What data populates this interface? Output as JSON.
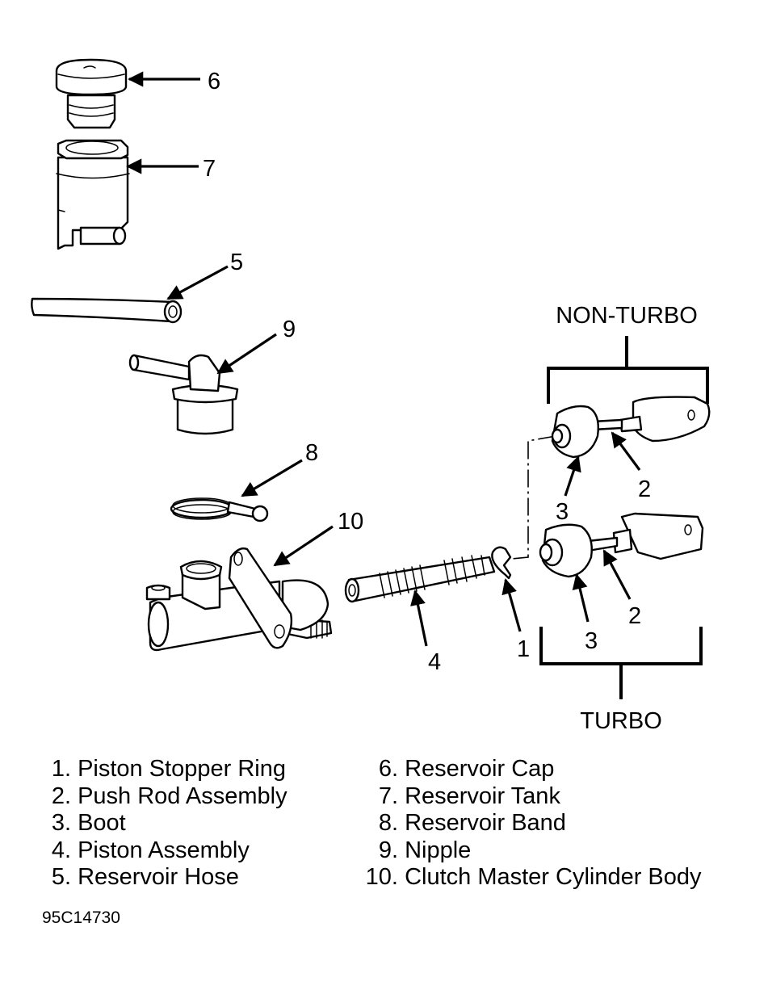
{
  "figure": {
    "code": "95C14730",
    "group_labels": {
      "non_turbo": "NON-TURBO",
      "turbo": "TURBO"
    },
    "callouts": {
      "c1": "1",
      "c2_non_turbo": "2",
      "c3_non_turbo": "3",
      "c2_turbo": "2",
      "c3_turbo": "3",
      "c4": "4",
      "c5": "5",
      "c6": "6",
      "c7": "7",
      "c8": "8",
      "c9": "9",
      "c10": "10"
    },
    "legend": {
      "left": [
        {
          "num": "1.",
          "label": "Piston Stopper Ring"
        },
        {
          "num": "2.",
          "label": "Push Rod Assembly"
        },
        {
          "num": "3.",
          "label": "Boot"
        },
        {
          "num": "4.",
          "label": "Piston Assembly"
        },
        {
          "num": "5.",
          "label": "Reservoir Hose"
        }
      ],
      "right": [
        {
          "num": "6.",
          "label": "Reservoir Cap"
        },
        {
          "num": "7.",
          "label": "Reservoir Tank"
        },
        {
          "num": "8.",
          "label": "Reservoir Band"
        },
        {
          "num": "9.",
          "label": "Nipple"
        },
        {
          "num": "10.",
          "label": "Clutch Master Cylinder Body"
        }
      ]
    }
  }
}
